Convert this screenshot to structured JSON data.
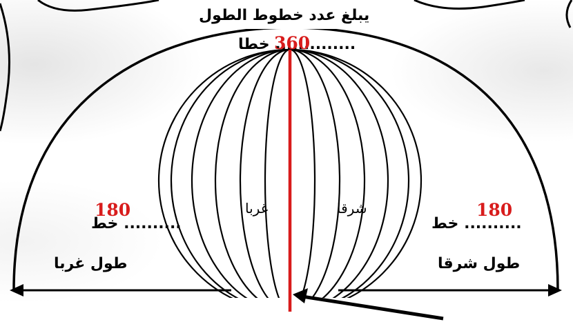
{
  "title": {
    "line1": "يبلغ عدد خطوط الطول",
    "count": "360",
    "dots": "..............",
    "unit": "خطا"
  },
  "west": {
    "value": "180",
    "dots": "..........",
    "unit": "خط",
    "label": "طول غربا",
    "globe_label": "غربا"
  },
  "east": {
    "value": "180",
    "dots": "..........",
    "unit": "خط",
    "label": "طول شرقا",
    "globe_label": "شرقا"
  },
  "colors": {
    "accent": "#d81c1c",
    "line": "#000000"
  }
}
